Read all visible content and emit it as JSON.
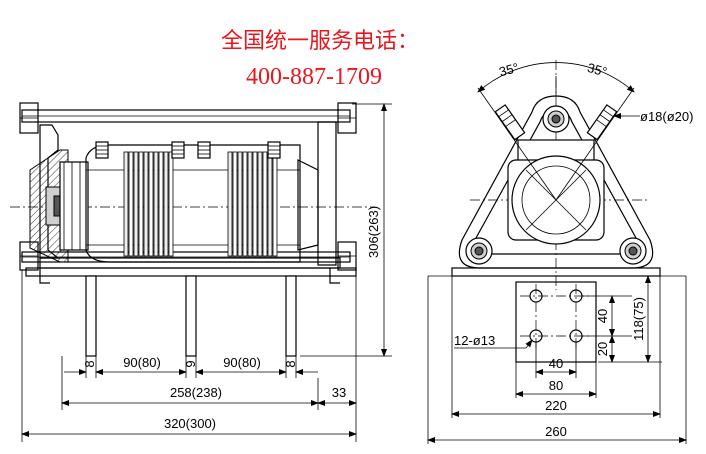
{
  "header": {
    "hotline_label": "全国统一服务电话：",
    "hotline_number": "400-887-1709",
    "color": "#e8161d"
  },
  "left_view": {
    "dim_pitch_1": "90(80)",
    "dim_pitch_2": "90(80)",
    "dim_mount_span": "258(238)",
    "dim_end_offset": "33",
    "dim_total_length": "320(300)",
    "dim_height": "306(263)",
    "small_label_1": "8",
    "small_label_2": "9",
    "small_label_3": "8"
  },
  "right_view": {
    "angle_left": "35°",
    "angle_right": "35°",
    "nozzle_dia": "ø18(ø20)",
    "hole_callout": "12-ø13",
    "dim_hole_pitch_x": "40",
    "dim_plate_width": "80",
    "dim_base_inner": "220",
    "dim_base_outer": "260",
    "dim_hole_pitch_y": "40",
    "dim_hole_offset_y": "20",
    "dim_base_height": "118(75)"
  }
}
